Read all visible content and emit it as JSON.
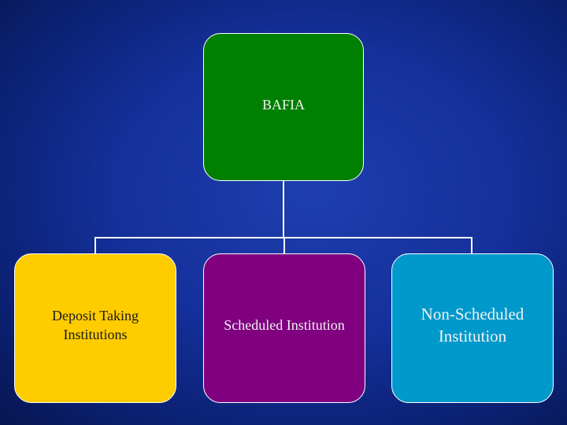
{
  "diagram": {
    "root": {
      "label": "BAFIA",
      "color": "#008000"
    },
    "children": [
      {
        "label": "Deposit Taking\nInstitutions",
        "color": "#FFCC00"
      },
      {
        "label": "Scheduled Institution",
        "color": "#800080"
      },
      {
        "label": "Non-Scheduled\nInstitution",
        "color": "#0099CC"
      }
    ]
  }
}
